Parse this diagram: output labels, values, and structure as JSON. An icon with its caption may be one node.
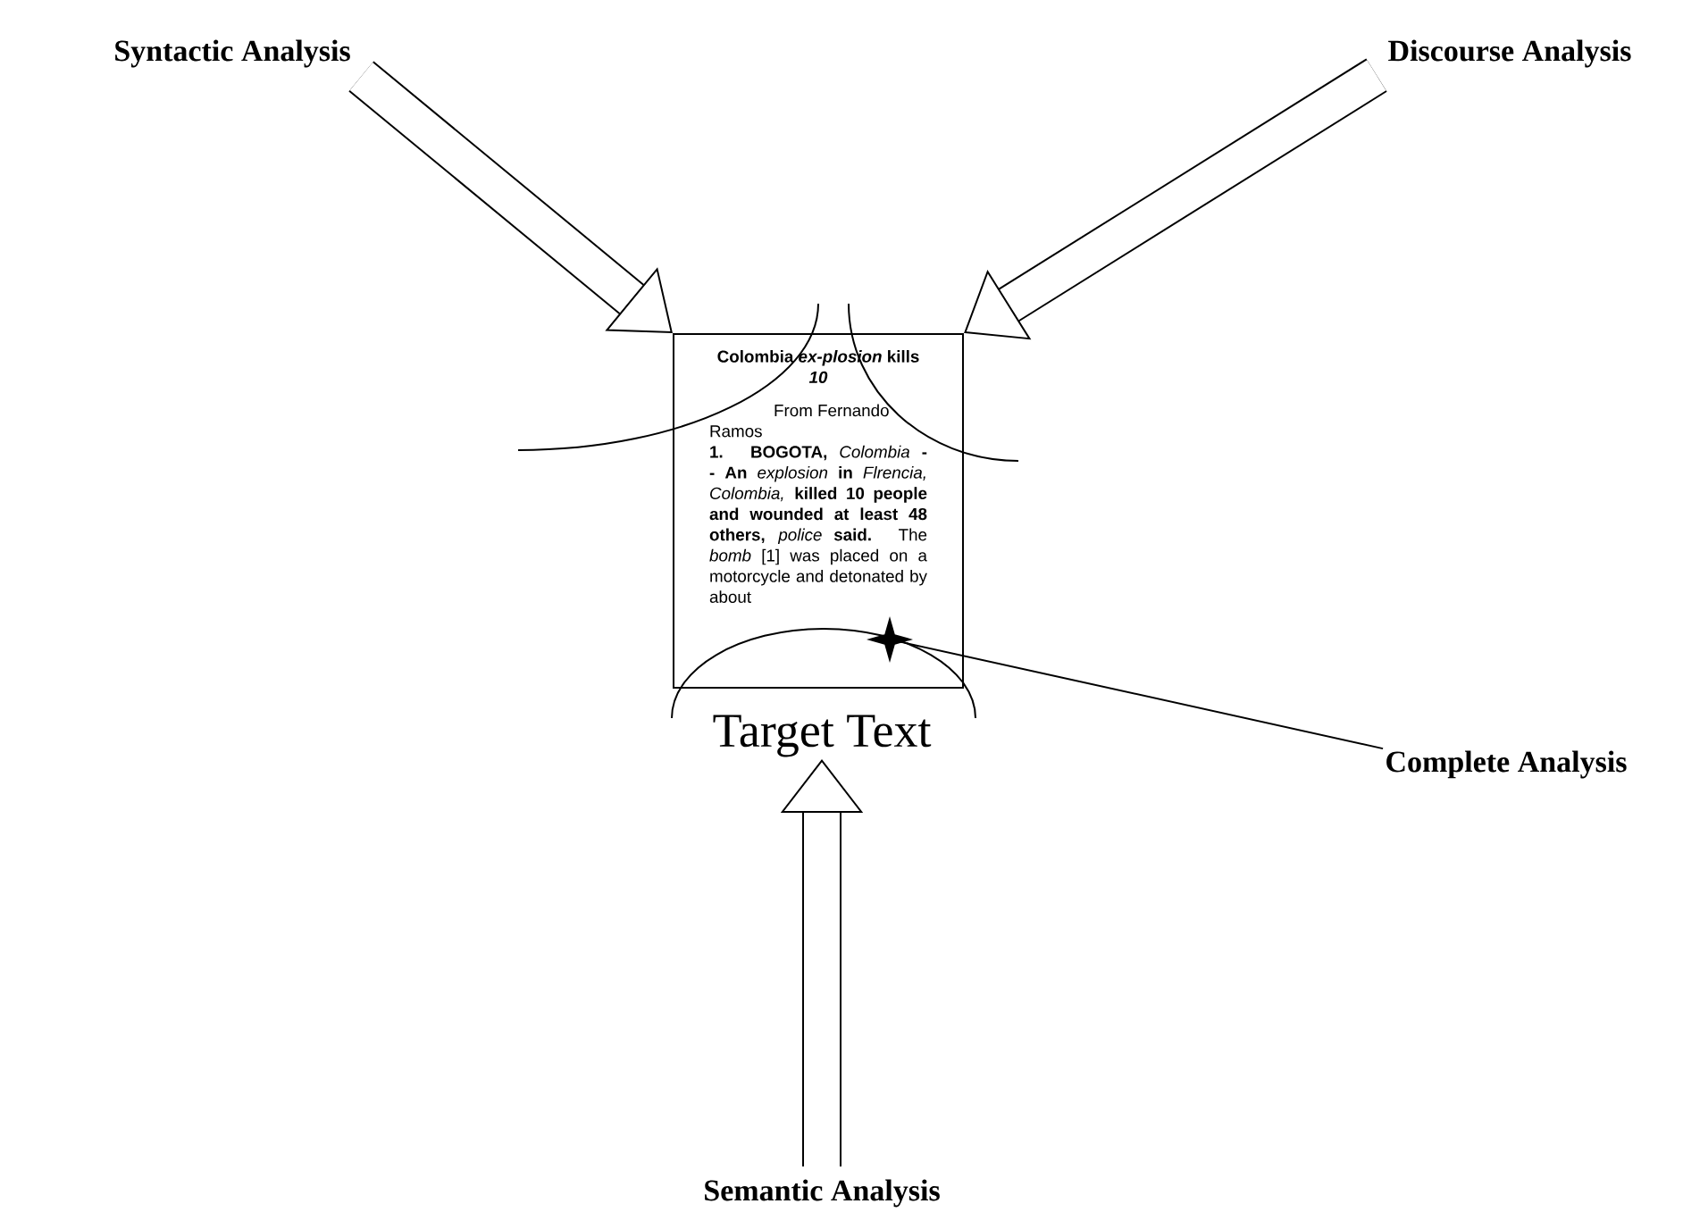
{
  "diagram": {
    "nodes": [
      {
        "text": [
          "Syntactic Analysis"
        ]
      },
      {
        "text": [
          "Discourse Analysis"
        ]
      },
      {
        "text": [
          "Colombia *ex-plosion* kills *10*",
          "From Fernando Ramos",
          "**1. BOGOTA,** *Colombia* **-- An** *explosion* **in** *Flrencia,* *Colombia,* **killed 10 people and wounded at least 48 others,** *police* **said.** The *bomb* [1] was placed on a motorcycle and detonated by about"
        ]
      },
      {
        "text": [
          "Target Text"
        ]
      },
      {
        "text": [],
        "shape": "star",
        "in": 2
      },
      {
        "text": [
          "Complete Analysis"
        ]
      },
      {
        "text": [
          "Semantic Analysis"
        ]
      }
    ],
    "edges": [
      {
        "from": 0,
        "to": 2,
        "arrow": "to"
      },
      {
        "from": 1,
        "to": 2,
        "arrow": "to"
      },
      {
        "from": 6,
        "to": 3,
        "arrow": "to"
      },
      {
        "from": 5,
        "to": 4,
        "arrow": "none"
      }
    ]
  }
}
